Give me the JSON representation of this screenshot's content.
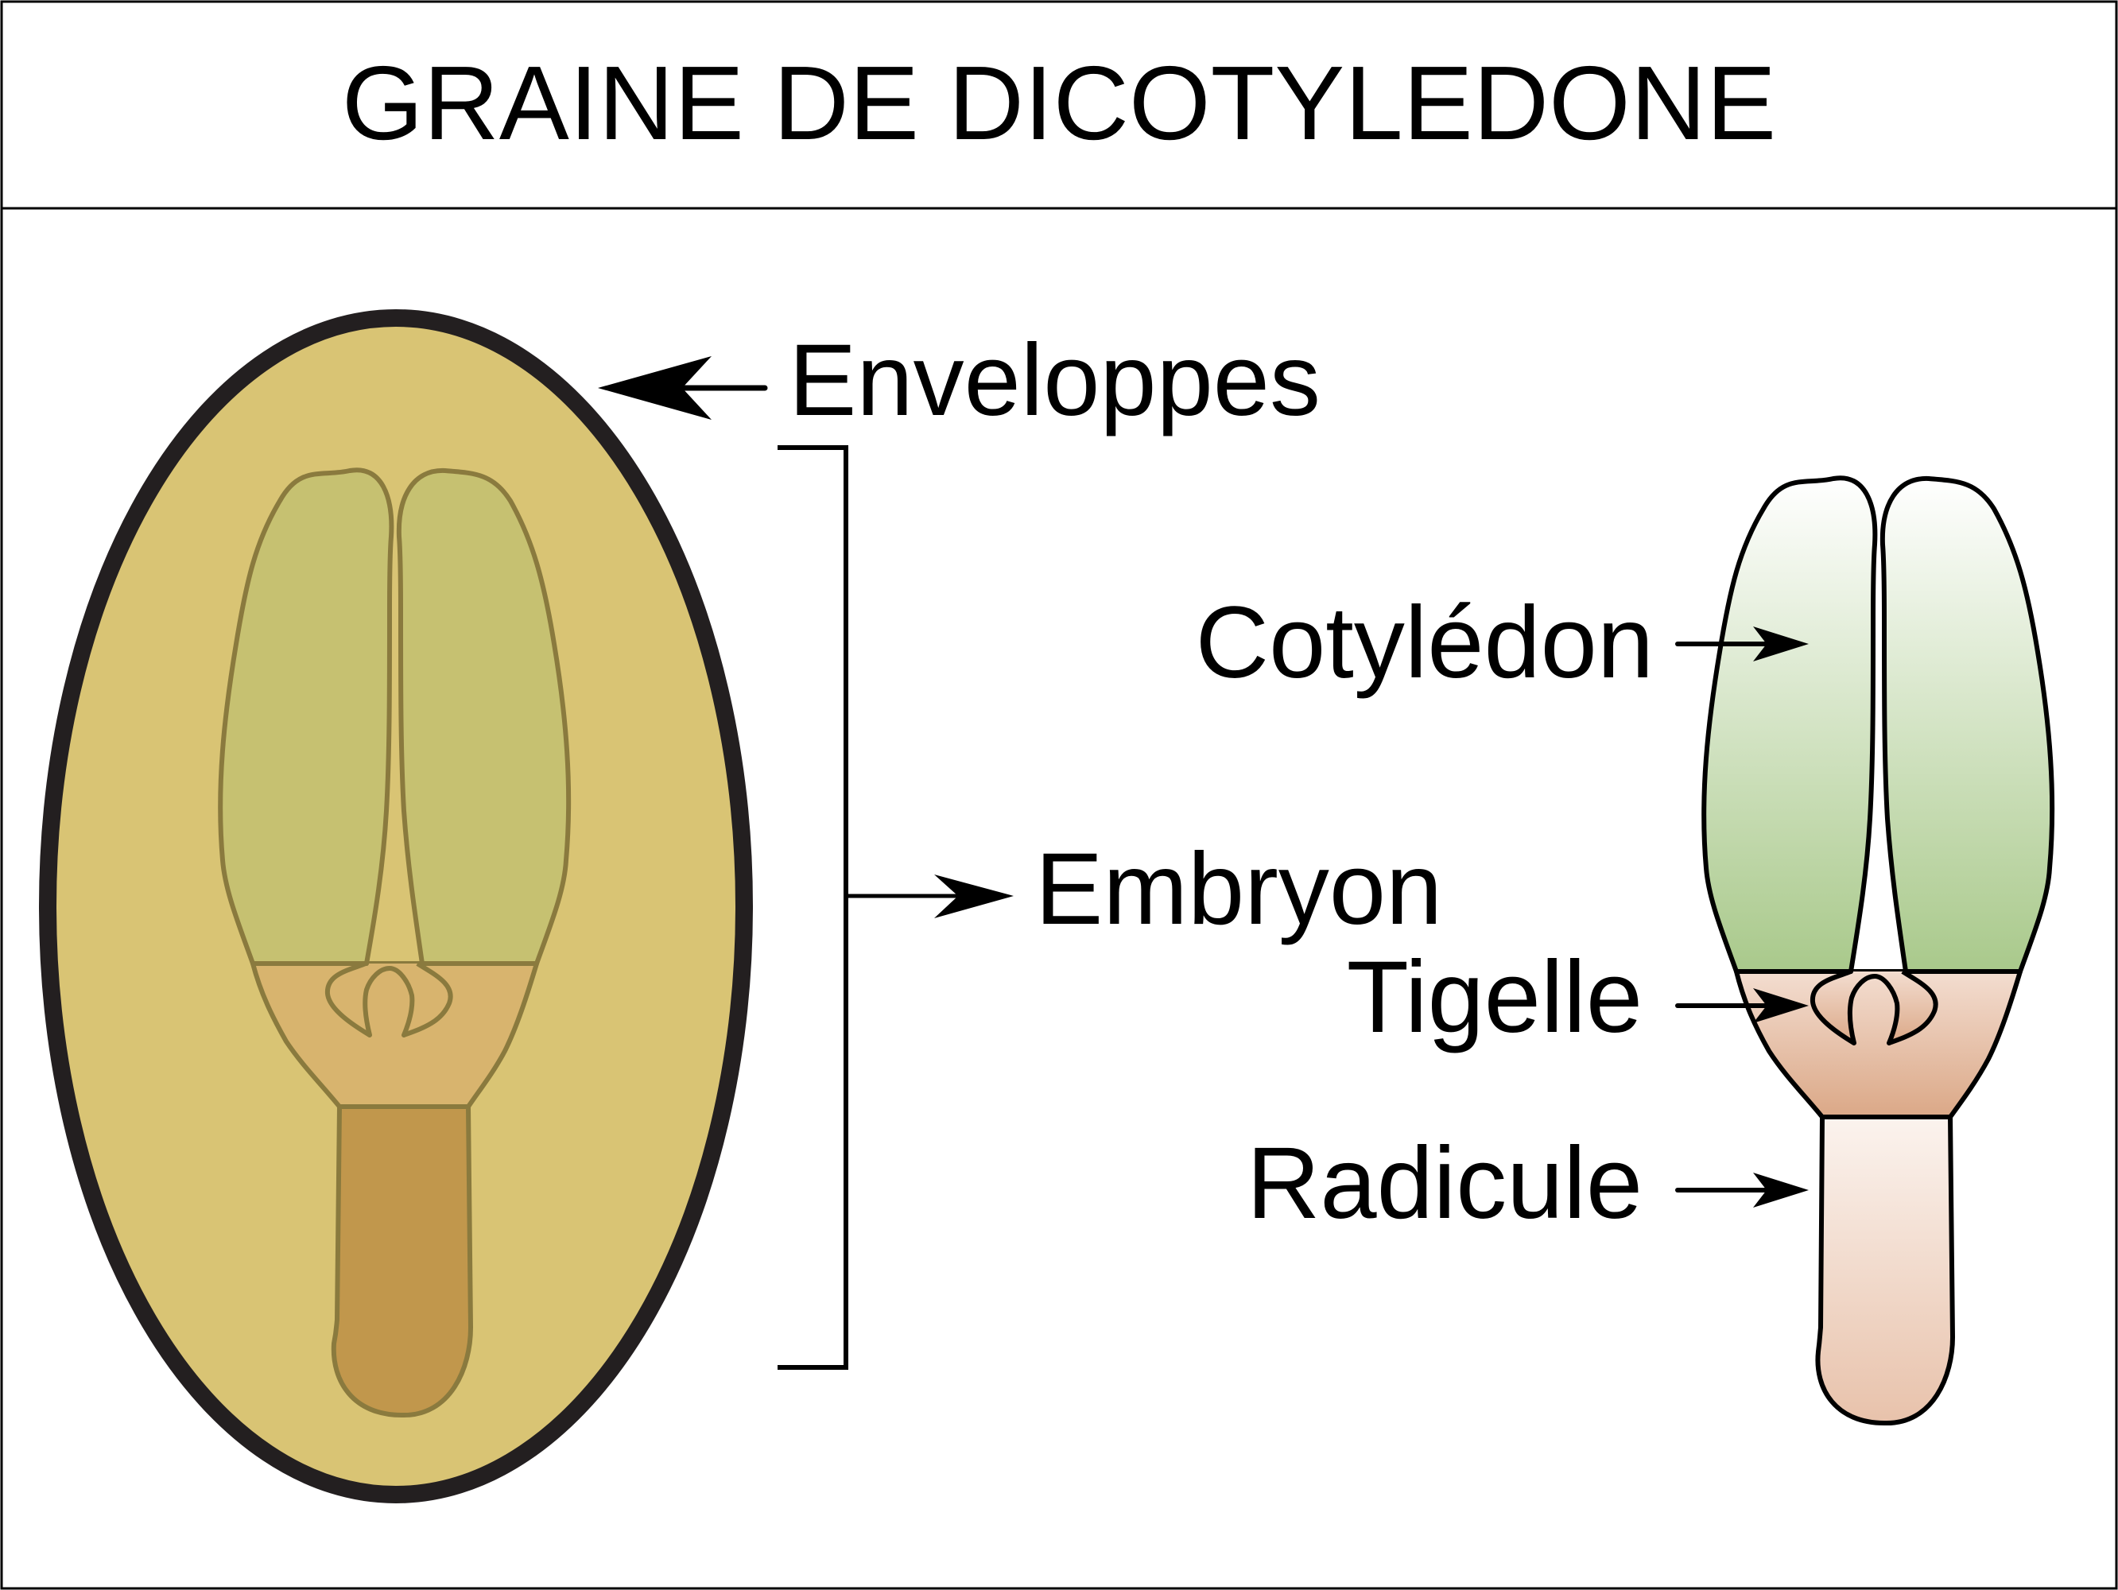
{
  "title": "GRAINE DE DICOTYLEDONE",
  "labels": {
    "enveloppes": "Enveloppes",
    "embryon": "Embryon",
    "cotyledon": "Cotylédon",
    "tigelle": "Tigelle",
    "radicule": "Radicule"
  },
  "colors": {
    "border": "#000000",
    "seed_coat_stroke": "#231f20",
    "endosperm_fill": "#d9c474",
    "embryo_stroke": "#8a7a3e",
    "seed_cotyledon_fill": "#c6c171",
    "seed_tigelle_fill": "#d8b46e",
    "seed_radicule_fill": "#c1974c",
    "cotyledon_gradient_top": "#ffffff",
    "cotyledon_gradient_bottom": "#a9c98b",
    "tigelle_gradient_top": "#f3ddd0",
    "tigelle_gradient_bottom": "#dba887",
    "radicule_gradient_top": "#fbf3ee",
    "radicule_gradient_bottom": "#e8c2ab"
  }
}
